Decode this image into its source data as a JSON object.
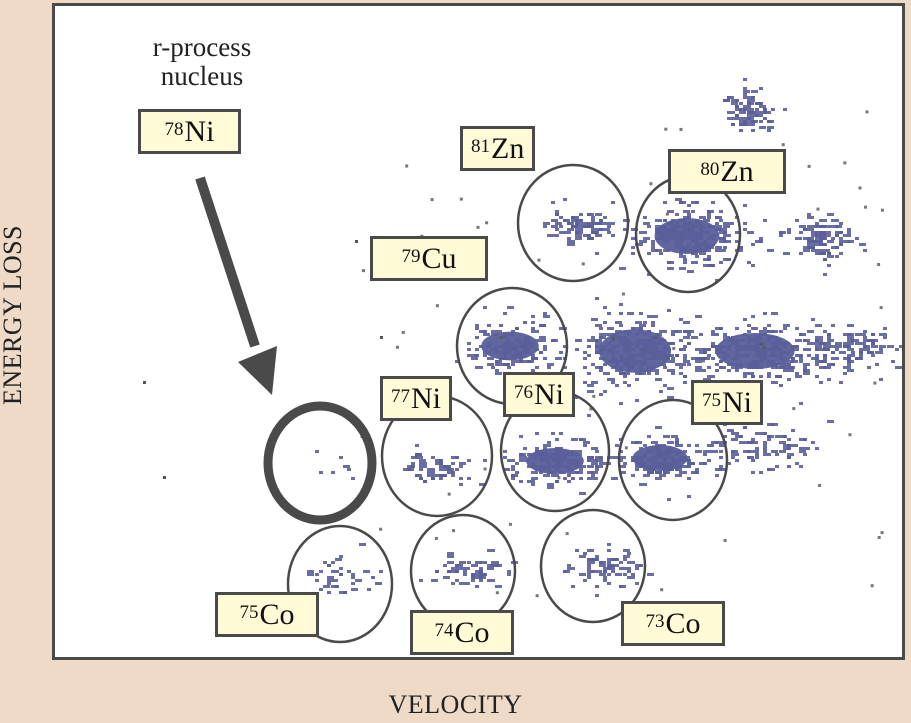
{
  "figure": {
    "x_axis_label": "VELOCITY",
    "y_axis_label": "ENERGY LOSS",
    "annotation": {
      "line1": "r-process",
      "line2": "nucleus",
      "target": {
        "mass": "78",
        "element": "Ni"
      }
    },
    "colors": {
      "background": "#efdac7",
      "plot_background": "#ffffff",
      "frame": "#4a4a4a",
      "label_fill": "#fffbd6",
      "counts": "#5a5e9a"
    }
  },
  "chart_data": {
    "type": "scatter",
    "title": "",
    "xlabel": "VELOCITY",
    "ylabel": "ENERGY LOSS",
    "description": "Particle identification plot: 2D histogram of energy loss vs velocity with isotope groups circled",
    "isotopes": [
      {
        "id": "78Ni",
        "mass": "78",
        "element": "Ni",
        "highlighted": true,
        "relative_counts": "very low"
      },
      {
        "id": "81Zn",
        "mass": "81",
        "element": "Zn",
        "highlighted": false,
        "relative_counts": "medium"
      },
      {
        "id": "80Zn",
        "mass": "80",
        "element": "Zn",
        "highlighted": false,
        "relative_counts": "high"
      },
      {
        "id": "79Cu",
        "mass": "79",
        "element": "Cu",
        "highlighted": false,
        "relative_counts": "high"
      },
      {
        "id": "77Ni",
        "mass": "77",
        "element": "Ni",
        "highlighted": false,
        "relative_counts": "low"
      },
      {
        "id": "76Ni",
        "mass": "76",
        "element": "Ni",
        "highlighted": false,
        "relative_counts": "high"
      },
      {
        "id": "75Ni",
        "mass": "75",
        "element": "Ni",
        "highlighted": false,
        "relative_counts": "high"
      },
      {
        "id": "75Co",
        "mass": "75",
        "element": "Co",
        "highlighted": false,
        "relative_counts": "low"
      },
      {
        "id": "74Co",
        "mass": "74",
        "element": "Co",
        "highlighted": false,
        "relative_counts": "medium"
      },
      {
        "id": "73Co",
        "mass": "73",
        "element": "Co",
        "highlighted": false,
        "relative_counts": "medium"
      }
    ]
  }
}
